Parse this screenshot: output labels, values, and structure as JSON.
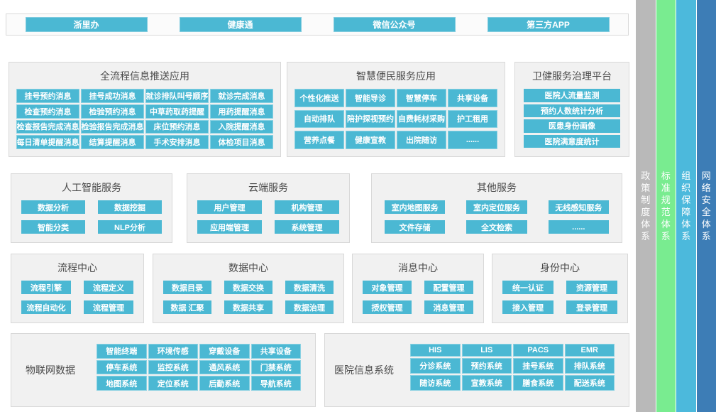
{
  "colors": {
    "button_teal": "#4bb8d3",
    "panel_bg": "#f1f1f1",
    "panel_border": "#d8d8d8",
    "bar_policy": "#b9b9b9",
    "bar_standard": "#79ec90",
    "bar_org": "#4cb9dc",
    "bar_net": "#3d7db6"
  },
  "top_apps": {
    "items": [
      "浙里办",
      "健康通",
      "微信公众号",
      "第三方APP"
    ]
  },
  "application_layer": {
    "panels": [
      {
        "title": "全流程信息推送应用",
        "items": [
          "挂号预约消息",
          "挂号成功消息",
          "就诊排队叫号顺序",
          "就诊完成消息",
          "检查预约消息",
          "检验预约消息",
          "中草药取药提醒",
          "用药提醒消息",
          "检查报告完成消息",
          "检验报告完成消息",
          "床位预约消息",
          "入院提醒消息",
          "每日清单提醒消息",
          "结算提醒消息",
          "手术安排消息",
          "体检项目消息"
        ]
      },
      {
        "title": "智慧便民服务应用",
        "items": [
          "个性化推送",
          "智能导诊",
          "智慧停车",
          "共享设备",
          "自动排队",
          "陪护探视预约",
          "自费耗材采购",
          "护工租用",
          "营养点餐",
          "健康宣教",
          "出院随访",
          "......"
        ]
      },
      {
        "title": "卫健服务治理平台",
        "items": [
          "医院人流量监测",
          "预约人数统计分析",
          "医患身份画像",
          "医院满意度统计"
        ]
      }
    ]
  },
  "service_layer": {
    "panels": [
      {
        "title": "人工智能服务",
        "items": [
          "数据分析",
          "数据挖掘",
          "智能分类",
          "NLP分析"
        ]
      },
      {
        "title": "云端服务",
        "items": [
          "用户管理",
          "机构管理",
          "应用端管理",
          "系统管理"
        ]
      },
      {
        "title": "其他服务",
        "items": [
          "室内地图服务",
          "室内定位服务",
          "无线感知服务",
          "文件存储",
          "全文检索",
          "......"
        ]
      }
    ]
  },
  "center_layer": {
    "panels": [
      {
        "title": "流程中心",
        "items": [
          "流程引擎",
          "流程定义",
          "流程自动化",
          "流程管理"
        ]
      },
      {
        "title": "数据中心",
        "items": [
          "数据目录",
          "数据交换",
          "数据清洗",
          "数据 汇聚",
          "数据共享",
          "数据治理"
        ]
      },
      {
        "title": "消息中心",
        "items": [
          "对象管理",
          "配置管理",
          "授权管理",
          "消息管理"
        ]
      },
      {
        "title": "身份中心",
        "items": [
          "统一认证",
          "资源管理",
          "接入管理",
          "登录管理"
        ]
      }
    ]
  },
  "data_layer": {
    "panels": [
      {
        "label": "物联网数据",
        "items": [
          "智能终端",
          "环境传感",
          "穿戴设备",
          "共享设备",
          "停车系统",
          "监控系统",
          "通风系统",
          "门禁系统",
          "地图系统",
          "定位系统",
          "后勤系统",
          "导航系统"
        ]
      },
      {
        "label": "医院信息系统",
        "items": [
          "HIS",
          "LIS",
          "PACS",
          "EMR",
          "分诊系统",
          "预约系统",
          "挂号系统",
          "排队系统",
          "随访系统",
          "宣教系统",
          "膳食系统",
          "配送系统"
        ]
      }
    ]
  },
  "assurance_bars": [
    {
      "label": "政策制度体系",
      "color": "#b9b9b9"
    },
    {
      "label": "标准规范体系",
      "color": "#79ec90"
    },
    {
      "label": "组织保障体系",
      "color": "#4cb9dc"
    },
    {
      "label": "网络安全体系",
      "color": "#3d7db6"
    }
  ]
}
